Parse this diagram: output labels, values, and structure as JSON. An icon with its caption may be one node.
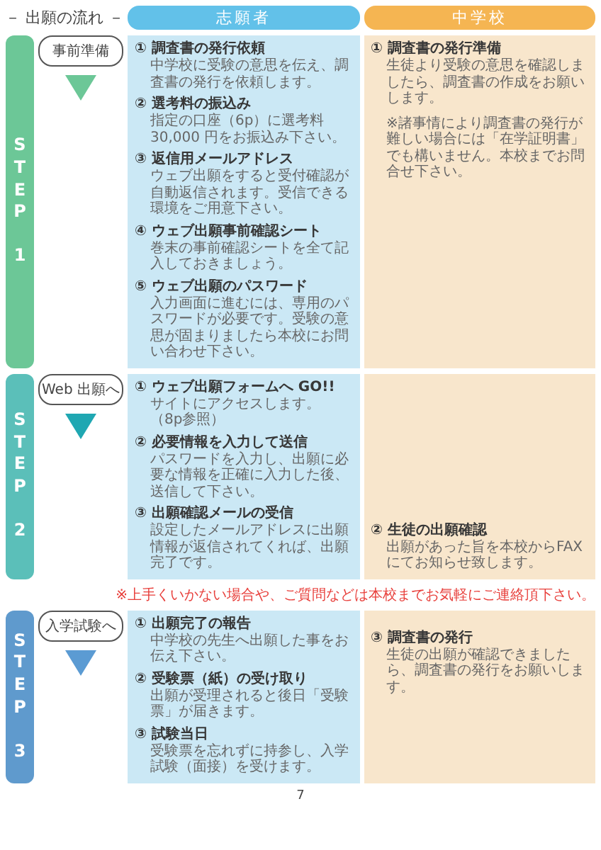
{
  "diagram": {
    "title": "－ 出願の流れ －",
    "nodes": [
      {
        "text": [
          "志願者"
        ]
      },
      {
        "text": [
          "中学校"
        ]
      },
      {
        "text": [
          "STEP 1"
        ]
      },
      {
        "text": [
          "事前準備"
        ]
      },
      {
        "text": [
          "① 調査書の発行依頼",
          "中学校に受験の意思を伝え、調査書の発行を依頼します。",
          "② 選考料の振込み",
          "指定の口座（6p）に選考料30,000 円をお振込み下さい。",
          "③ 返信用メールアドレス",
          "ウェブ出願をすると受付確認が自動返信されます。受信できる環境をご用意下さい。",
          "④ ウェブ出願事前確認シート",
          "巻末の事前確認シートを全て記入しておきましょう。",
          "⑤ ウェブ出願のパスワード",
          "入力画面に進むには、専用のパスワードが必要です。受験の意思が固まりましたら本校にお問い合わせ下さい。"
        ]
      },
      {
        "text": [
          "① 調査書の発行準備",
          "生徒より受験の意思を確認しましたら、調査書の作成をお願いします。",
          "※諸事情により調査書の発行が難しい場合には「在学証明書」でも構いません。本校までお問合せ下さい。"
        ]
      },
      {
        "text": [
          "STEP 2"
        ]
      },
      {
        "text": [
          "Web 出願へ"
        ]
      },
      {
        "text": [
          "① ウェブ出願フォームへ GO!!",
          "サイトにアクセスします。（8p参照）",
          "② 必要情報を入力して送信",
          "パスワードを入力し、出願に必要な情報を正確に入力した後、送信して下さい。",
          "③ 出願確認メールの受信",
          "設定したメールアドレスに出願情報が返信されてくれば、出願完了です。"
        ]
      },
      {
        "text": [
          "② 生徒の出願確認",
          "出願があった旨を本校からFAX にてお知らせ致します。"
        ]
      },
      {
        "text": [
          "STEP 3"
        ]
      },
      {
        "text": [
          "入学試験へ"
        ]
      },
      {
        "text": [
          "① 出願完了の報告",
          "中学校の先生へ出願した事をお伝え下さい。",
          "② 受験票（紙）の受け取り",
          "出願が受理されると後日「受験票」が届きます。",
          "③ 試験当日",
          "受験票を忘れずに持参し、入学試験（面接）を受けます。"
        ]
      },
      {
        "text": [
          "③ 調査書の発行",
          "生徒の出願が確認できましたら、調査書の発行をお願いします。"
        ]
      }
    ],
    "labels": [
      "※上手くいかない場合や、ご質問などは本校までお気軽にご連絡頂下さい。",
      "7"
    ]
  }
}
